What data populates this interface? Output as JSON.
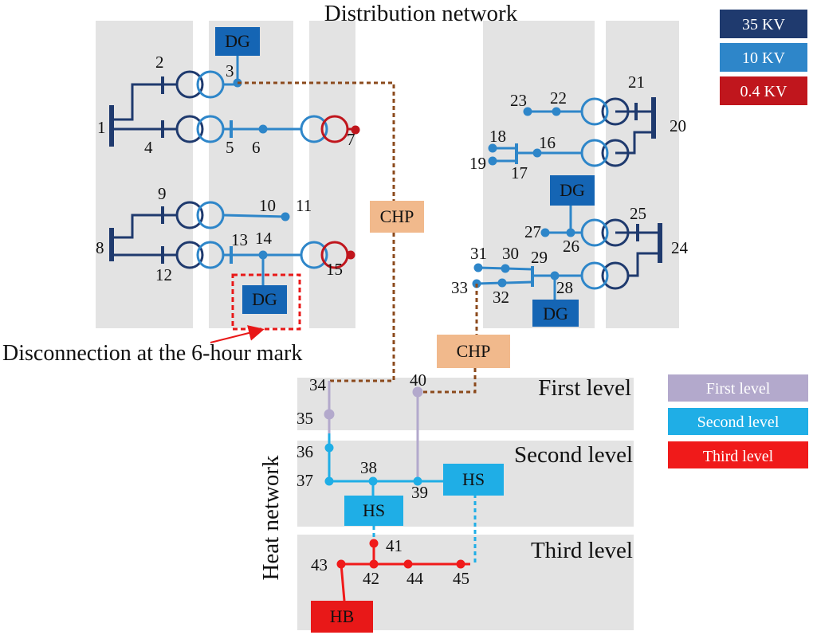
{
  "title": "Distribution network",
  "heat_network_label": "Heat network",
  "legend_voltage": [
    {
      "label": "35 KV",
      "color": "#1f3a6e"
    },
    {
      "label": "10 KV",
      "color": "#2e86c9"
    },
    {
      "label": "0.4 KV",
      "color": "#c0161d"
    }
  ],
  "legend_levels": [
    {
      "label": "First level",
      "color": "#b3a9cc"
    },
    {
      "label": "Second level",
      "color": "#1faee6"
    },
    {
      "label": "Third level",
      "color": "#f01a1a"
    }
  ],
  "level_labels": {
    "first": "First level",
    "second": "Second level",
    "third": "Third level"
  },
  "boxes": {
    "dg": "DG",
    "chp": "CHP",
    "hs": "HS",
    "hb": "HB"
  },
  "annotation": "Disconnection at the 6-hour mark",
  "nodes": [
    "1",
    "2",
    "3",
    "4",
    "5",
    "6",
    "7",
    "8",
    "9",
    "10",
    "11",
    "12",
    "13",
    "14",
    "15",
    "16",
    "17",
    "18",
    "19",
    "20",
    "21",
    "22",
    "23",
    "24",
    "25",
    "26",
    "27",
    "28",
    "29",
    "30",
    "31",
    "32",
    "33",
    "34",
    "35",
    "36",
    "37",
    "38",
    "39",
    "40",
    "41",
    "42",
    "43",
    "44",
    "45"
  ],
  "colors": {
    "kv35": "#1f3a6e",
    "kv10": "#2e86c9",
    "kv04": "#c0161d",
    "dg_box": "#1565b4",
    "chp_box": "#f1b98c",
    "hs_box": "#1faee6",
    "hb_box": "#e81818",
    "chp_link": "#8b4a1c",
    "panel": "#e3e3e3"
  }
}
